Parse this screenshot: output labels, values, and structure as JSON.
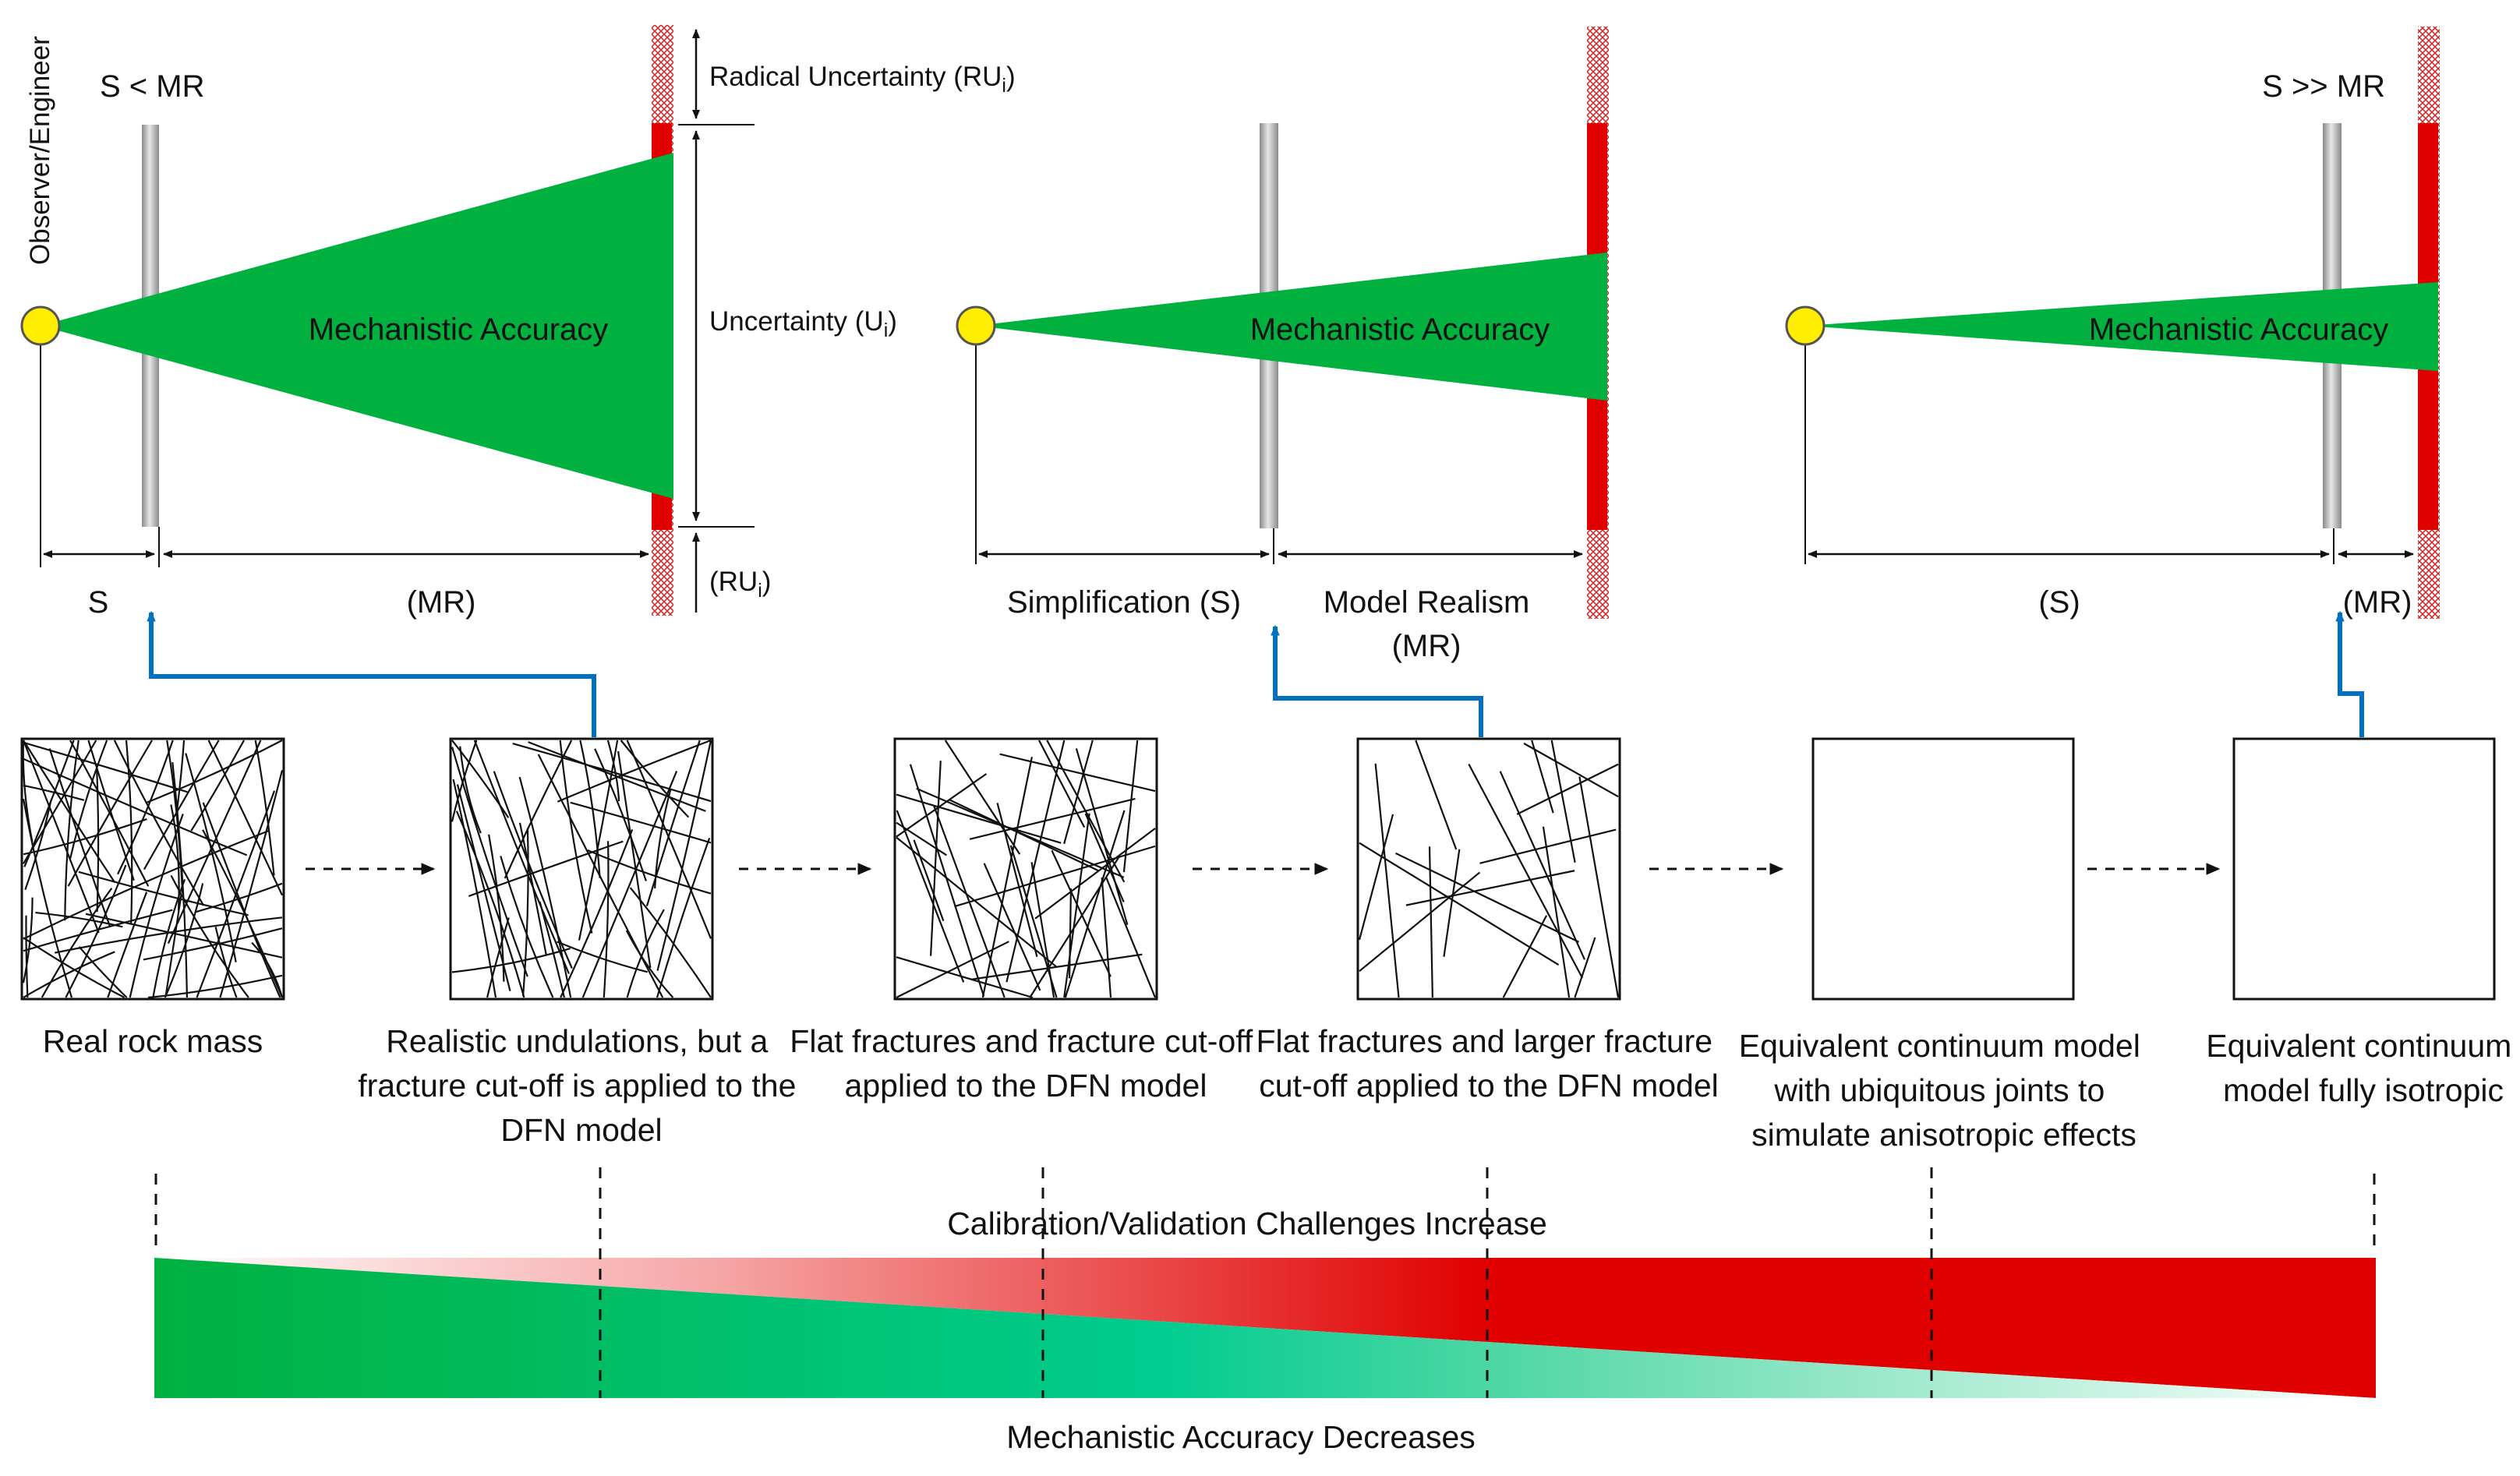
{
  "panel1": {
    "observer_label": "Observer/Engineer",
    "condition": "S < MR",
    "accuracy_label": "Mechanistic Accuracy",
    "radical_uncertainty": "Radical Uncertainty",
    "radical_uncertainty_sym": "(RU",
    "uncertainty": "Uncertainty",
    "uncertainty_sym": "(U",
    "radical_uncertainty_short": "(RU",
    "subscript": "i",
    "close_paren": ")",
    "s_label": "S",
    "mr_label": "(MR)"
  },
  "panel2": {
    "accuracy_label": "Mechanistic Accuracy",
    "s_label": "Simplification (S)",
    "mr_label_line1": "Model Realism",
    "mr_label_line2": "(MR)"
  },
  "panel3": {
    "condition": "S >> MR",
    "accuracy_label": "Mechanistic Accuracy",
    "s_label": "(S)",
    "mr_label": "(MR)"
  },
  "stages": [
    {
      "lines": [
        "Real rock mass"
      ]
    },
    {
      "lines": [
        "Realistic undulations, but a",
        "fracture cut-off is applied to the",
        "DFN model"
      ]
    },
    {
      "lines": [
        "Flat fractures and fracture cut-off",
        "applied to the DFN model"
      ]
    },
    {
      "lines": [
        "Flat fractures and larger fracture",
        "cut-off applied to the DFN model"
      ]
    },
    {
      "lines": [
        "Equivalent continuum model",
        "with ubiquitous joints to",
        "simulate anisotropic effects"
      ]
    },
    {
      "lines": [
        "Equivalent continuum",
        "model fully isotropic"
      ]
    }
  ],
  "bottom": {
    "top_label": "Calibration/Validation Challenges Increase",
    "bottom_label": "Mechanistic Accuracy Decreases"
  },
  "colors": {
    "accuracy_green": "#00b140",
    "uncertainty_red": "#e00000",
    "observer_yellow": "#ffee00",
    "arrow_blue": "#0070c0",
    "teal": "#00cc8e"
  }
}
